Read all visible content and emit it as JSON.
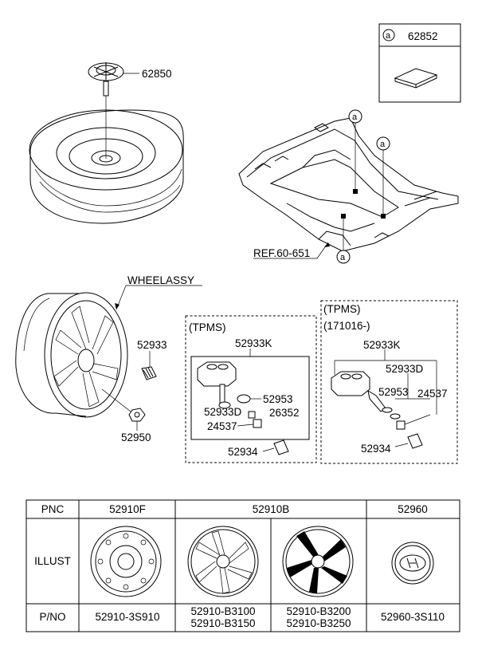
{
  "labels": {
    "spare_lock_part": "62850",
    "luggage_mat_code": "62852",
    "circle_letter": "a",
    "ref_label": "REF.60-651",
    "wheel_assy": "WHEELASSY",
    "valve_part": "52933",
    "nut_part": "52950",
    "tpms_box1_title": "(TPMS)",
    "tpms_box1_sensor_part": "52933K",
    "tpms_box1_grommet": "52953",
    "tpms_box1_valve_core": "52933D",
    "tpms_box1_cap_part": "26352",
    "tpms_box1_washer": "24537",
    "tpms_box1_cap": "52934",
    "tpms_box2_title": "(TPMS)",
    "tpms_box2_date": "(171016-)",
    "tpms_box2_sensor_part": "52933K",
    "tpms_box2_valve_core": "52933D",
    "tpms_box2_grommet": "52953",
    "tpms_box2_washer": "24537",
    "tpms_box2_cap": "52934"
  },
  "table": {
    "row_headers": [
      "PNC",
      "ILLUST",
      "P/NO"
    ],
    "pnc": [
      "52910F",
      "52910B",
      "52960"
    ],
    "pno": [
      [
        "52910-3S910"
      ],
      [
        "52910-B3100",
        "52910-B3150"
      ],
      [
        "52910-B3200",
        "52910-B3250"
      ],
      [
        "52960-3S110"
      ]
    ]
  },
  "colors": {
    "line": "#000000",
    "background": "#ffffff"
  }
}
